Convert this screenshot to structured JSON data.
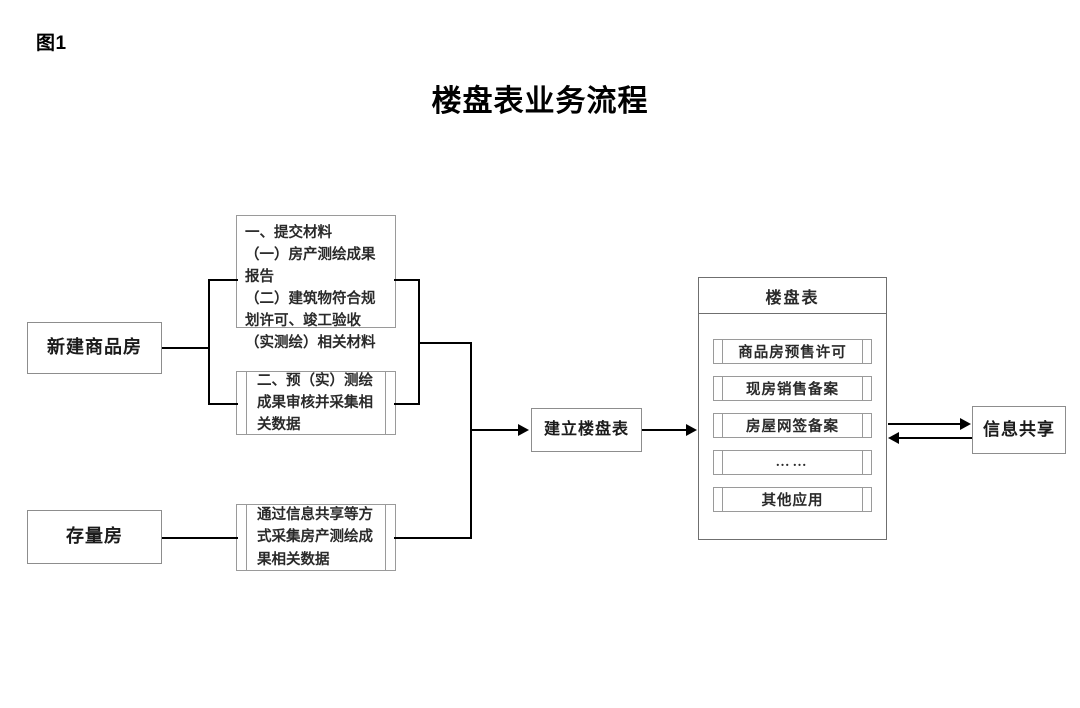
{
  "figure": {
    "label": "图1",
    "title": "楼盘表业务流程"
  },
  "nodes": {
    "new_commodity_housing": "新建商品房",
    "stock_housing": "存量房",
    "submit_materials": "一、提交材料\n（一）房产测绘成果报告\n（二）建筑物符合规划许可、竣工验收（实测绘）相关材料",
    "survey_review": "二、预（实）测绘成果审核并采集相关数据",
    "collect_via_sharing": "通过信息共享等方式采集房产测绘成果相关数据",
    "build_building_table": "建立楼盘表",
    "information_sharing": "信息共享"
  },
  "panel": {
    "title": "楼盘表",
    "items": [
      {
        "label": "商品房预售许可"
      },
      {
        "label": "现房销售备案"
      },
      {
        "label": "房屋网签备案"
      },
      {
        "label": "……"
      },
      {
        "label": "其他应用"
      }
    ]
  },
  "colors": {
    "page_background": "#ffffff",
    "box_border": "#8d8d8d",
    "inner_border": "#9a9a9a",
    "panel_border": "#6f6f6f",
    "connector": "#000000",
    "text": "#1b1b1b",
    "body_text": "#2a2a2a"
  }
}
